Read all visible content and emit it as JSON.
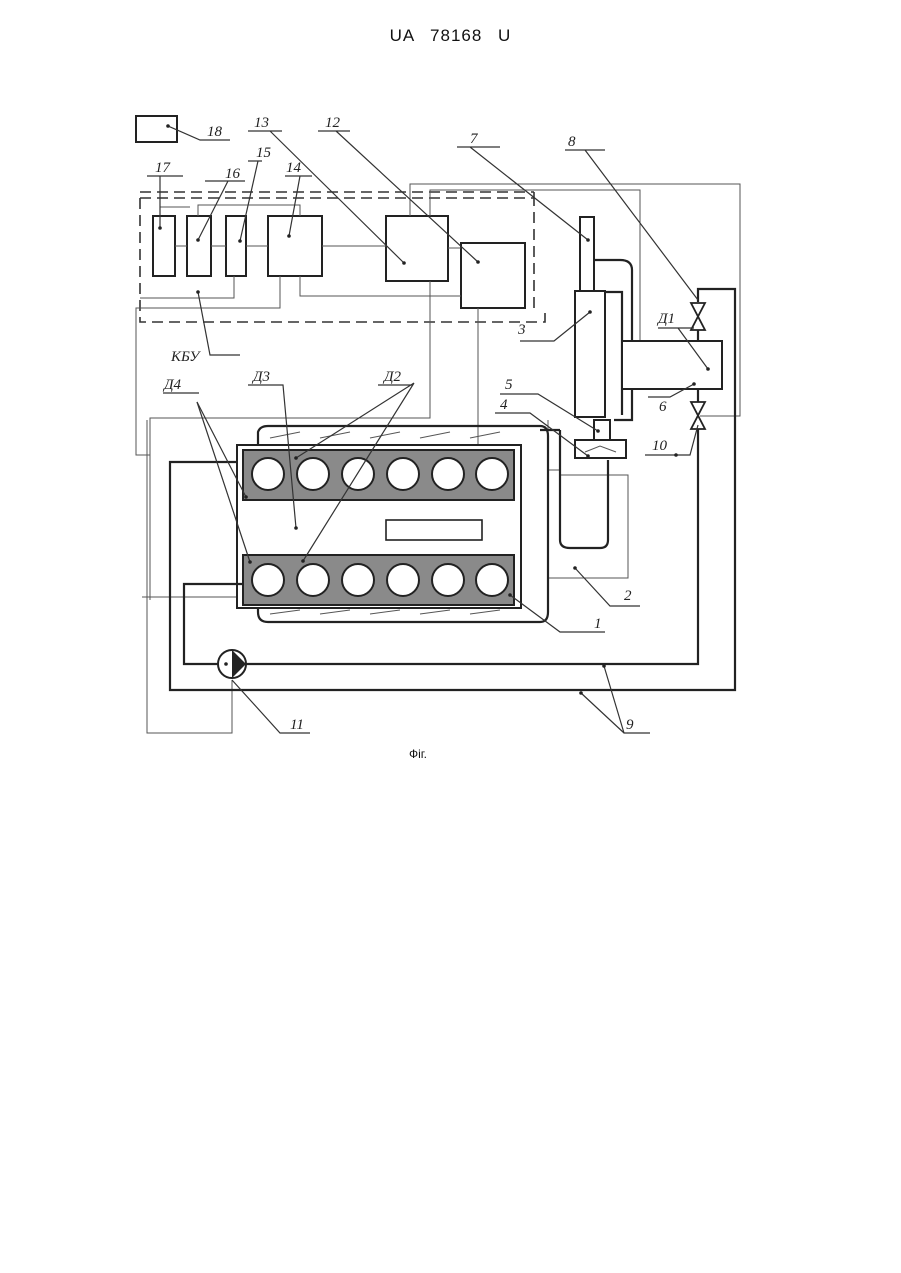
{
  "header": {
    "patent_number": "UA   78168   U"
  },
  "figure": {
    "caption": "Фіг."
  },
  "labels": {
    "l18": "18",
    "l17": "17",
    "l16": "16",
    "l15": "15",
    "l14": "14",
    "l13": "13",
    "l12": "12",
    "l7": "7",
    "l8": "8",
    "d1": "Д1",
    "l3": "3",
    "l5": "5",
    "l4": "4",
    "l6": "6",
    "l10": "10",
    "kbu": "КБУ",
    "d4": "Д4",
    "d3": "Д3",
    "d2": "Д2",
    "l2": "2",
    "l1": "1",
    "l9": "9",
    "l11": "11"
  }
}
